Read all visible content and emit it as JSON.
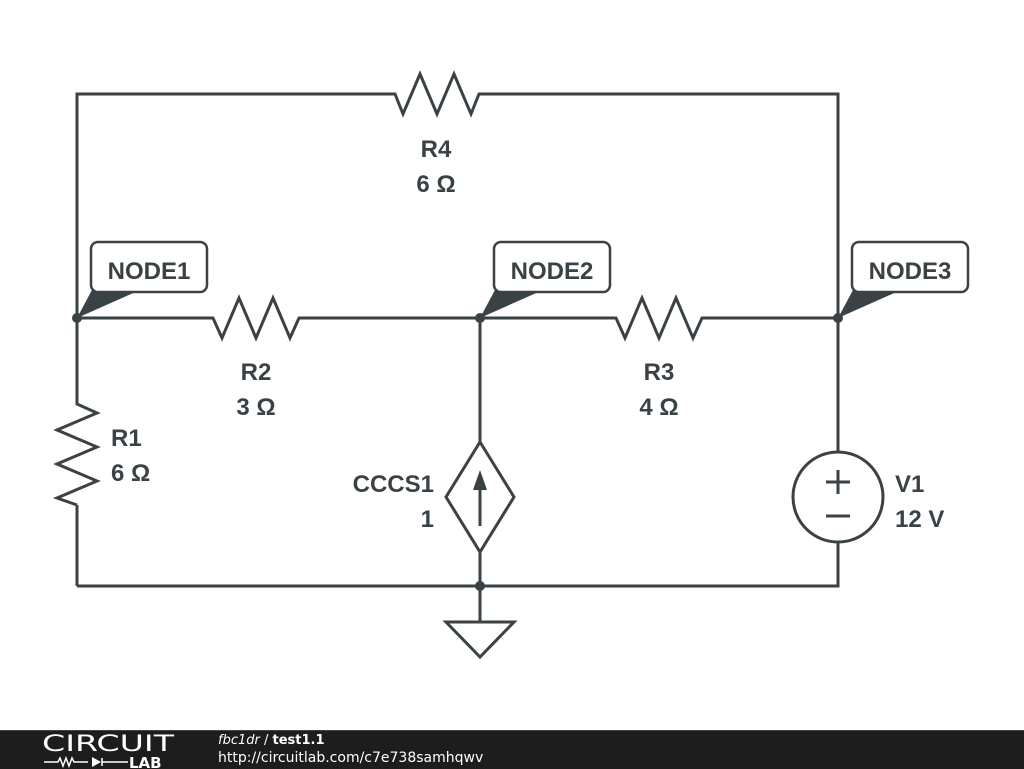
{
  "schematic": {
    "components": {
      "R1": {
        "name": "R1",
        "value": "6 Ω"
      },
      "R2": {
        "name": "R2",
        "value": "3 Ω"
      },
      "R3": {
        "name": "R3",
        "value": "4 Ω"
      },
      "R4": {
        "name": "R4",
        "value": "6 Ω"
      },
      "CCCS1": {
        "name": "CCCS1",
        "value": "1"
      },
      "V1": {
        "name": "V1",
        "value": "12 V"
      }
    },
    "nodes": {
      "node1": "NODE1",
      "node2": "NODE2",
      "node3": "NODE3"
    },
    "colors": {
      "stroke": "#3b4246",
      "background": "#ffffff"
    }
  },
  "footer": {
    "logo_top": "CIRCUIT",
    "logo_bottom": "LAB",
    "user": "fbc1dr",
    "separator": " / ",
    "project": "test1.1",
    "url": "http://circuitlab.com/c7e738samhqwv",
    "background": "#1d1d1d"
  }
}
